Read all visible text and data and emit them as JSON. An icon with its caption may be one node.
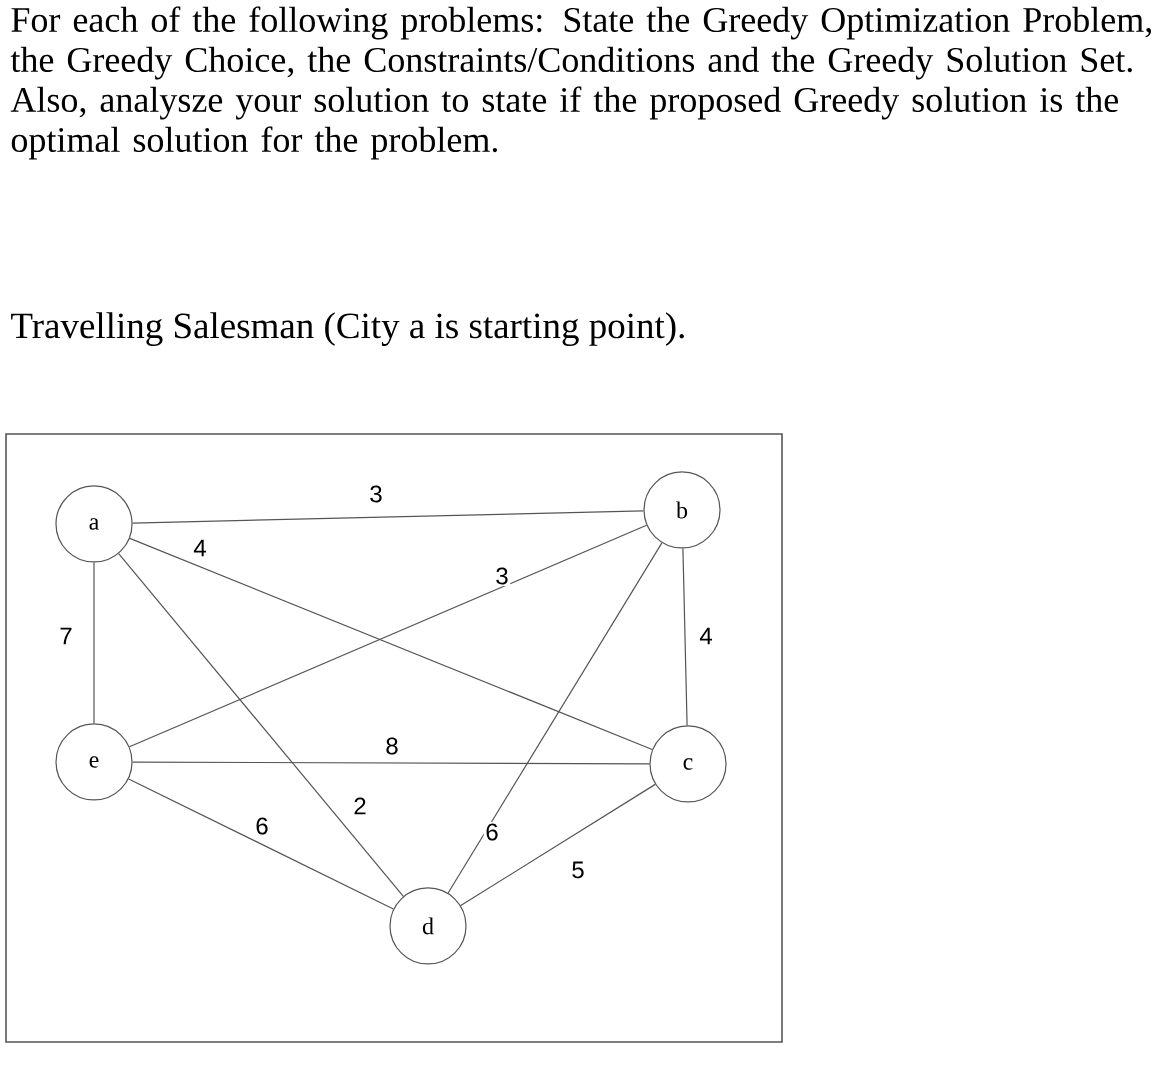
{
  "diagram": {
    "title": "Travelling Salesman (City a is starting point).",
    "nodes": [
      {
        "text": [
          "a"
        ]
      },
      {
        "text": [
          "b"
        ]
      },
      {
        "text": [
          "e"
        ]
      },
      {
        "text": [
          "c"
        ]
      },
      {
        "text": [
          "d"
        ]
      }
    ],
    "edges": [
      {
        "from": 0,
        "to": 1,
        "arrow": "none",
        "label": "3"
      },
      {
        "from": 0,
        "to": 2,
        "arrow": "none",
        "label": "7"
      },
      {
        "from": 0,
        "to": 3,
        "arrow": "none",
        "label": "4"
      },
      {
        "from": 0,
        "to": 4,
        "arrow": "none",
        "label": "2"
      },
      {
        "from": 1,
        "to": 2,
        "arrow": "none",
        "label": "3"
      },
      {
        "from": 1,
        "to": 3,
        "arrow": "none",
        "label": "4"
      },
      {
        "from": 1,
        "to": 4,
        "arrow": "none",
        "label": "6"
      },
      {
        "from": 2,
        "to": 3,
        "arrow": "none",
        "label": "8"
      },
      {
        "from": 2,
        "to": 4,
        "arrow": "none",
        "label": "6"
      },
      {
        "from": 4,
        "to": 3,
        "arrow": "none",
        "label": "5"
      }
    ],
    "labels": [
      "For each of the following problems: State the Greedy Optimization Problem, the Greedy Choice, the Constraints/Conditions and the Greedy Solution Set. Also, analysze your solution to state if the proposed Greedy solution is the optimal solution for the problem."
    ]
  }
}
